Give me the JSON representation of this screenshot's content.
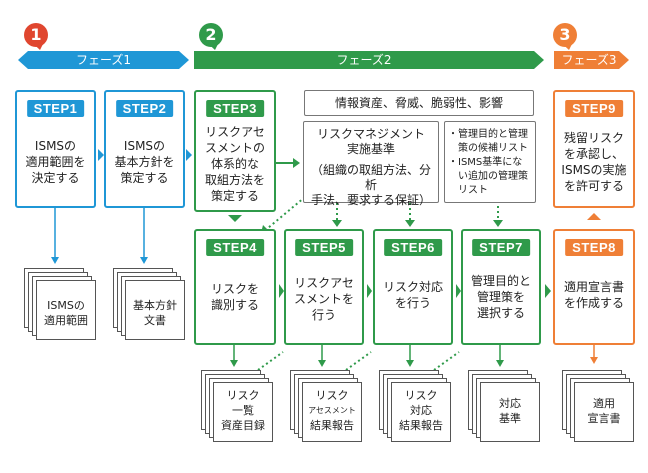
{
  "phases": {
    "p1": {
      "number": "1",
      "label": "フェーズ1"
    },
    "p2": {
      "number": "2",
      "label": "フェーズ2"
    },
    "p3": {
      "number": "3",
      "label": "フェーズ3"
    }
  },
  "colors": {
    "blue": "#1f97d6",
    "green": "#2f9a4a",
    "orange": "#ef7f36",
    "red": "#e0462f",
    "gray": "#777777"
  },
  "steps": {
    "s1": {
      "label": "STEP1",
      "text": [
        "ISMSの",
        "適用範囲を",
        "決定する"
      ]
    },
    "s2": {
      "label": "STEP2",
      "text": [
        "ISMSの",
        "基本方針を",
        "策定する"
      ]
    },
    "s3": {
      "label": "STEP3",
      "text": [
        "リスクアセ",
        "スメントの",
        "体系的な",
        "取組方法を",
        "策定する"
      ]
    },
    "s4": {
      "label": "STEP4",
      "text": [
        "リスクを",
        "識別する"
      ]
    },
    "s5": {
      "label": "STEP5",
      "text": [
        "リスクアセ",
        "スメントを",
        "行う"
      ]
    },
    "s6": {
      "label": "STEP6",
      "text": [
        "リスク対応",
        "を行う"
      ]
    },
    "s7": {
      "label": "STEP7",
      "text": [
        "管理目的と",
        "管理策を",
        "選択する"
      ]
    },
    "s8": {
      "label": "STEP8",
      "text": [
        "適用宣言書",
        "を作成する"
      ]
    },
    "s9": {
      "label": "STEP9",
      "text": [
        "残留リスク",
        "を承認し、",
        "ISMSの実施",
        "を許可する"
      ]
    }
  },
  "info_boxes": {
    "assets": "情報資産、脅威、脆弱性、影響",
    "criteria": {
      "title": [
        "リスクマネジメント",
        "実施基準"
      ],
      "sub": [
        "（組織の取組方法、分析",
        "手法、要求する保証）"
      ]
    },
    "controls": [
      "・管理目的と管理",
      "　策の候補リスト",
      "・ISMS基準にな",
      "　い追加の管理策",
      "　リスト"
    ]
  },
  "documents": {
    "d1": [
      "ISMSの",
      "適用範囲"
    ],
    "d2": [
      "基本方針",
      "文書"
    ],
    "d4": [
      "リスク",
      "一覧",
      "資産目録"
    ],
    "d5": [
      "リスク",
      "アセスメント",
      "結果報告"
    ],
    "d6": [
      "リスク",
      "対応",
      "結果報告"
    ],
    "d7": [
      "対応",
      "基準"
    ],
    "d8": [
      "適用",
      "宣言書"
    ]
  }
}
